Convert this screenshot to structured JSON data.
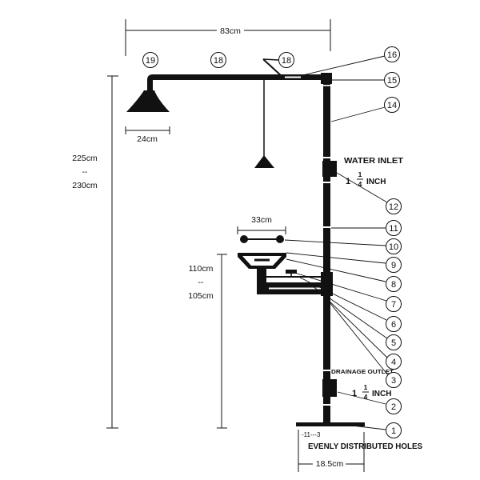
{
  "dimensions": {
    "overall_width": "83cm",
    "overall_height_a": "225cm",
    "overall_height_sep": "--",
    "overall_height_b": "230cm",
    "shower_head_width": "24cm",
    "eyewash_bowl_width": "33cm",
    "eyewash_height_a": "110cm",
    "eyewash_height_sep": "--",
    "eyewash_height_b": "105cm",
    "base_width": "18.5cm"
  },
  "water_inlet": {
    "label": "WATER INLET",
    "size_whole": "1",
    "size_numerator": "1",
    "size_denominator": "4",
    "size_unit": "INCH"
  },
  "drainage_outlet": {
    "label": "DRAINAGE OUTLET",
    "size_whole": "1",
    "size_numerator": "1",
    "size_denominator": "4",
    "size_unit": "INCH"
  },
  "base": {
    "hole_pattern": "-11---3",
    "holes_note": "EVENLY DISTRIBUTED HOLES"
  },
  "callouts": [
    "19",
    "18",
    "18",
    "16",
    "15",
    "14",
    "12",
    "11",
    "10",
    "9",
    "8",
    "7",
    "6",
    "5",
    "4",
    "3",
    "2",
    "1"
  ],
  "colors": {
    "ink": "#111111",
    "paper": "#ffffff"
  }
}
